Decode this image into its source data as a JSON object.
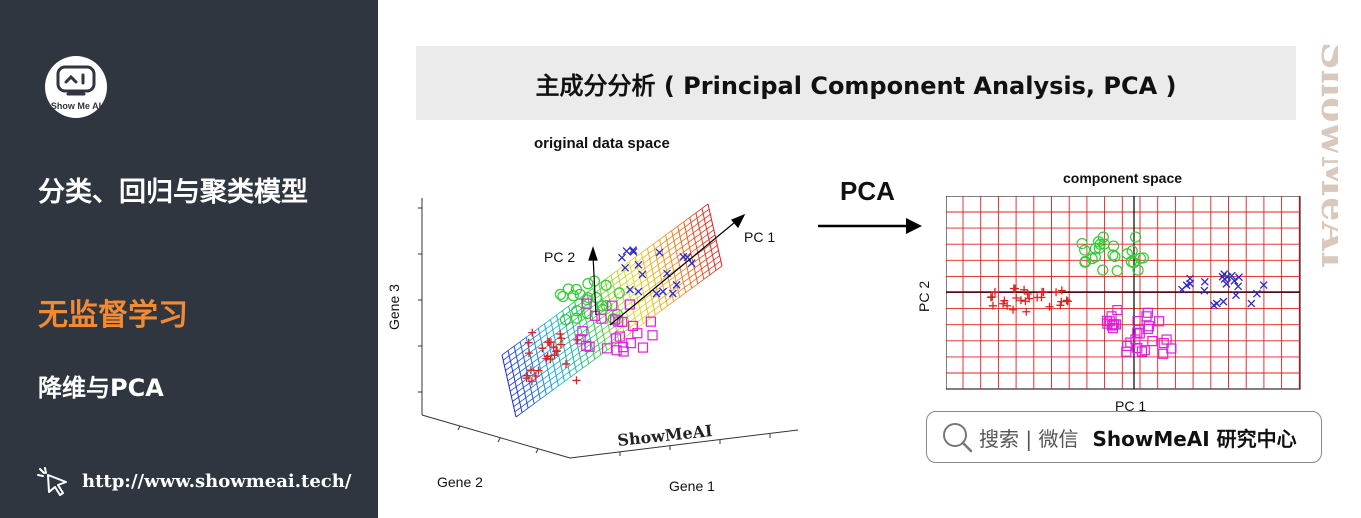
{
  "sidebar": {
    "logo_text": "Show Me AI",
    "section_title": "分类、回归与聚类模型",
    "active_topic": "无监督学习",
    "sub_topic": "降维与PCA",
    "url": "http://www.showmeai.tech/"
  },
  "main": {
    "title": "主成分分析 ( Principal Component Analysis, PCA )",
    "left_plot": {
      "title": "original data space",
      "axis_gene3": "Gene 3",
      "axis_gene2": "Gene 2",
      "axis_gene1": "Gene 1",
      "pc1_label": "PC 1",
      "pc2_label": "PC 2",
      "watermark": "ShowMeAI"
    },
    "arrow_label": "PCA",
    "right_plot": {
      "title": "component space",
      "xlabel": "PC 1",
      "ylabel": "PC 2"
    },
    "search": {
      "text": "搜索 | 微信",
      "brand": "ShowMeAI 研究中心"
    },
    "vertical_watermark": "ShowMeAI"
  },
  "colors": {
    "sidebar_bg": "#2f3640",
    "accent": "#f08a35",
    "red_series": "#e02020",
    "green_series": "#33cc33",
    "blue_series": "#2a2acc",
    "magenta_series": "#e020e0",
    "grid": "#e02020"
  }
}
